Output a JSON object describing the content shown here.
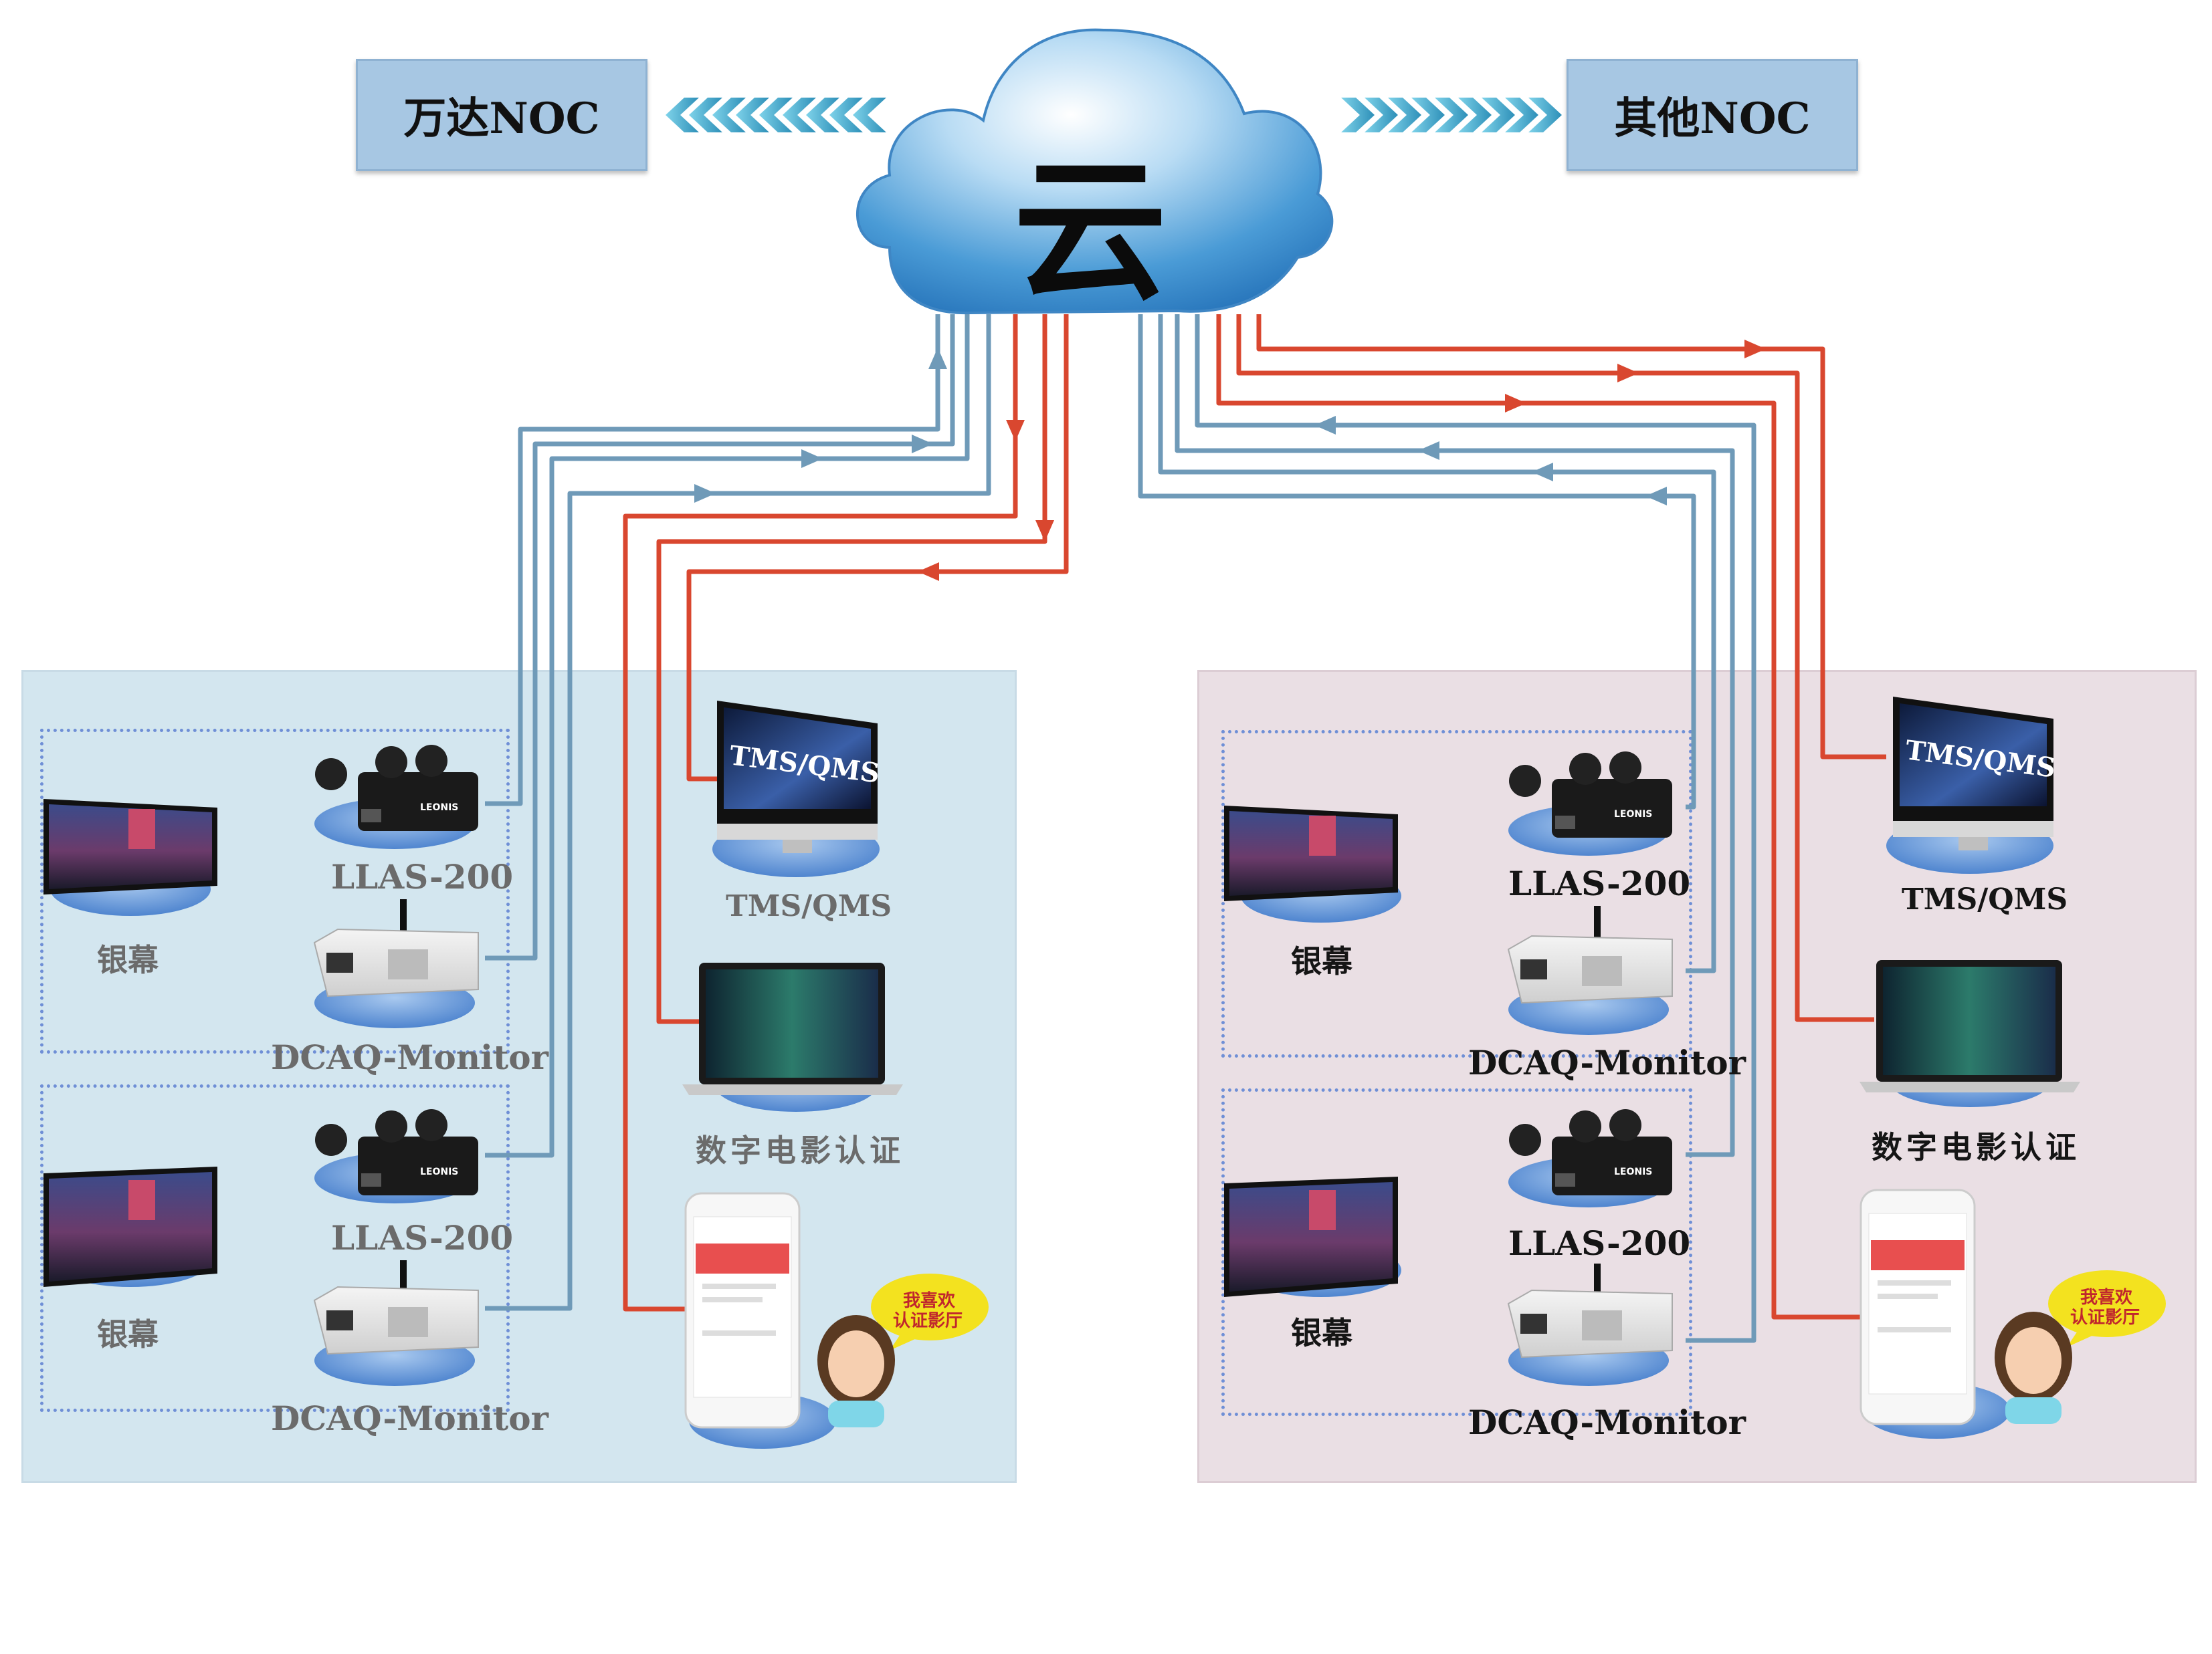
{
  "cloud": {
    "label": "云"
  },
  "noc_left": {
    "label": "万达NOC"
  },
  "noc_right": {
    "label": "其他NOC"
  },
  "left_site": {
    "groups": [
      {
        "screen_label": "银幕",
        "llas_label": "LLAS-200",
        "dcaq_label": "DCAQ-Monitor"
      },
      {
        "screen_label": "银幕",
        "llas_label": "LLAS-200",
        "dcaq_label": "DCAQ-Monitor"
      }
    ],
    "tms_label": "TMS/QMS",
    "tms_screen_text": "TMS/QMS",
    "laptop_label": "数字电影认证",
    "bubble_line1": "我喜欢",
    "bubble_line2": "认证影厅"
  },
  "right_site": {
    "groups": [
      {
        "screen_label": "银幕",
        "llas_label": "LLAS-200",
        "dcaq_label": "DCAQ-Monitor"
      },
      {
        "screen_label": "银幕",
        "llas_label": "LLAS-200",
        "dcaq_label": "DCAQ-Monitor"
      }
    ],
    "tms_label": "TMS/QMS",
    "tms_screen_text": "TMS/QMS",
    "laptop_label": "数字电影认证",
    "bubble_line1": "我喜欢",
    "bubble_line2": "认证影厅"
  },
  "colors": {
    "uplink_line": "#6f9ab8",
    "downlink_line": "#d9472f",
    "left_zone": "#d3e6ef",
    "right_zone": "#eadfe4",
    "noc_box": "#a7c7e3"
  },
  "icons": [
    "cloud-icon",
    "screen-icon",
    "llas-device-icon",
    "dcaq-device-icon",
    "monitor-icon",
    "laptop-icon",
    "phone-icon",
    "cartoon-girl-icon"
  ]
}
